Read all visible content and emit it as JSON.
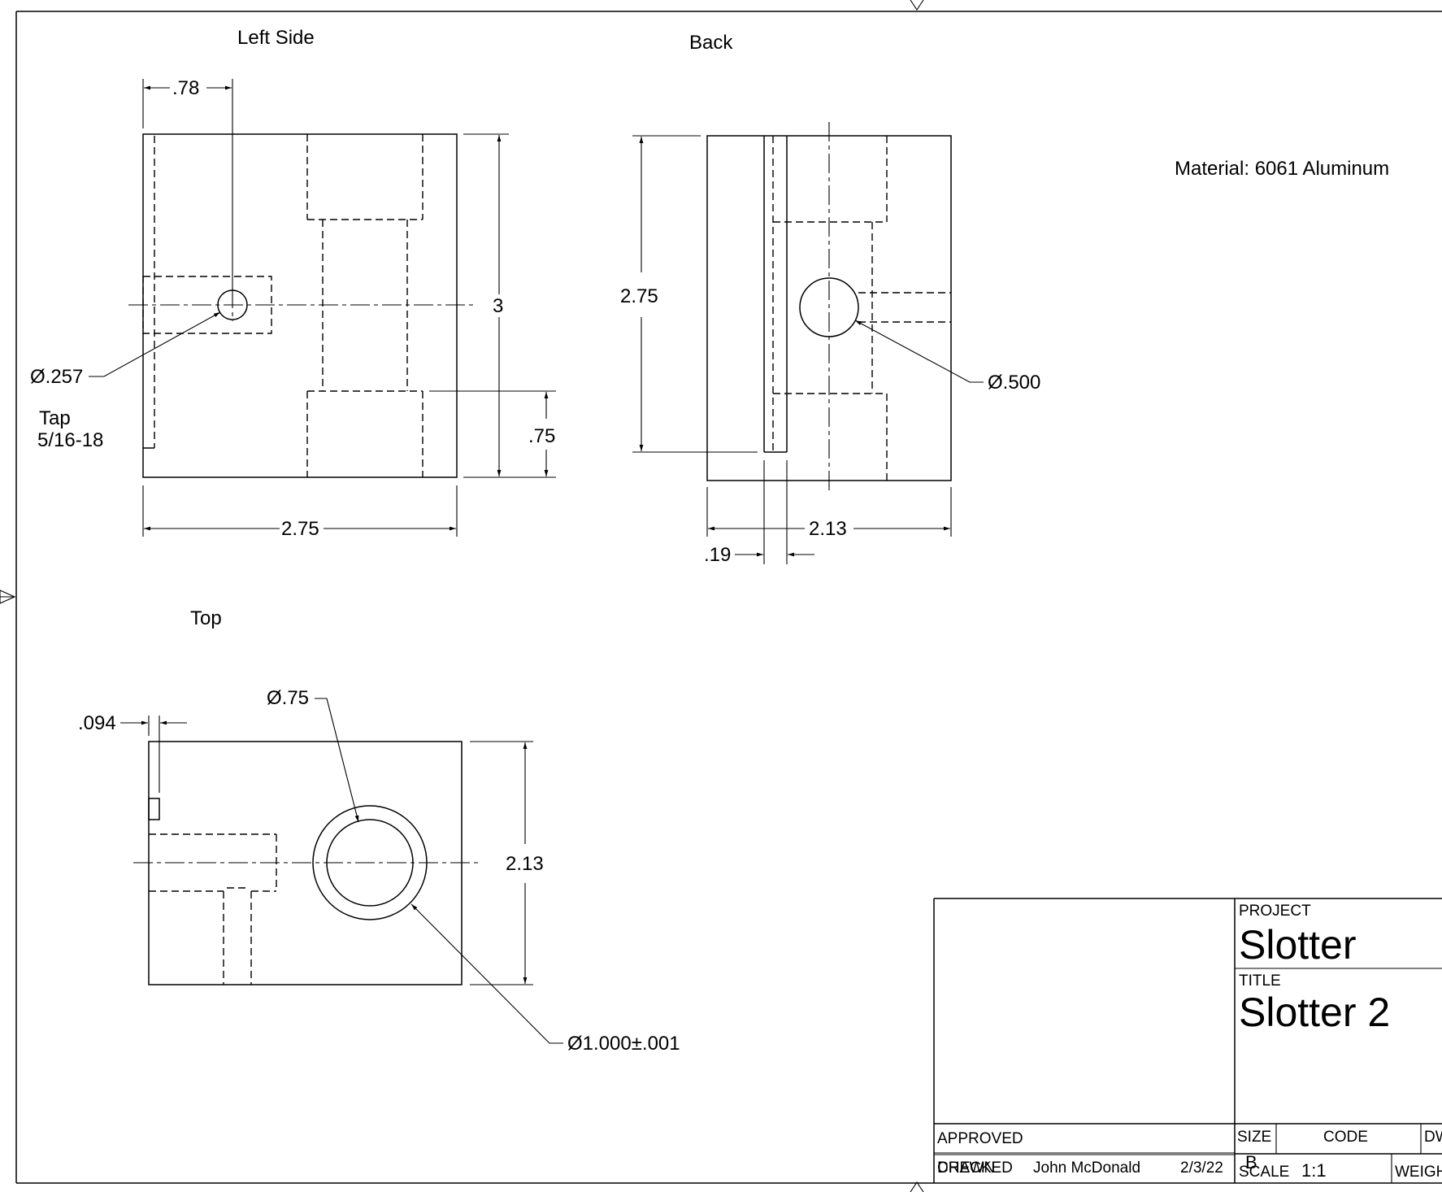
{
  "views": {
    "left_side": {
      "title": "Left Side",
      "dims": {
        "hole_offset": ".78",
        "height": "3",
        "width": "2.75",
        "bottom_pocket": ".75"
      },
      "hole_callout": "Ø.257",
      "tap_label": "Tap",
      "tap_spec": "5/16-18"
    },
    "back": {
      "title": "Back",
      "dims": {
        "height": "2.75",
        "width": "2.13",
        "slot": ".19"
      },
      "hole_callout": "Ø.500"
    },
    "top": {
      "title": "Top",
      "dims": {
        "wall": ".094",
        "depth": "2.13"
      },
      "bore_callout": "Ø.75",
      "counterbore_callout": "Ø1.000±.001"
    }
  },
  "material_note": "Material: 6061 Aluminum",
  "title_block": {
    "project_label": "PROJECT",
    "project": "Slotter",
    "title_label": "TITLE",
    "title": "Slotter 2",
    "approved_label": "APPROVED",
    "checked_label": "CHECKED",
    "drawn_label": "DRAWN",
    "drawn_by": "John McDonald",
    "drawn_date": "2/3/22",
    "size_label": "SIZE",
    "size": "B",
    "code_label": "CODE",
    "dwg_label": "DW",
    "scale_label": "SCALE",
    "scale": "1:1",
    "weight_label": "WEIGH"
  }
}
